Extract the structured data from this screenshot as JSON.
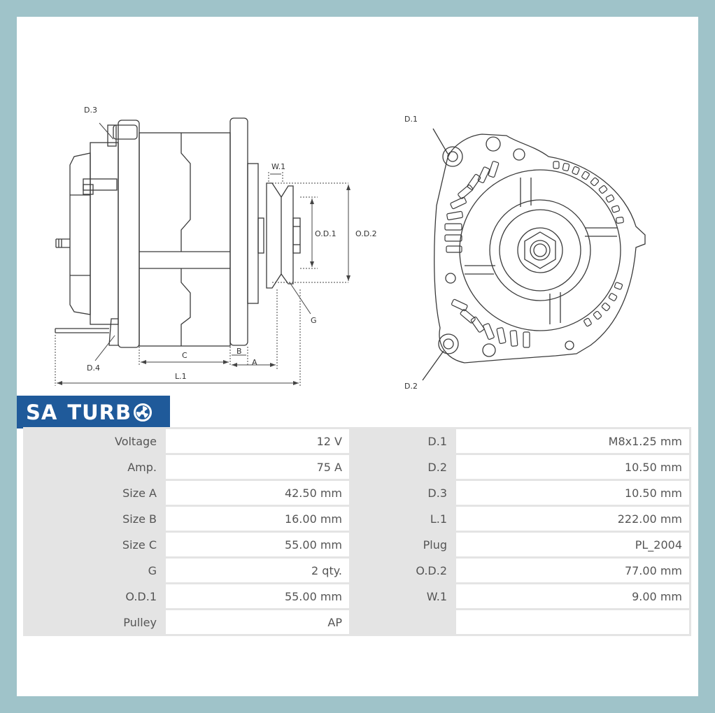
{
  "brand": {
    "part1": "SA",
    "part2": "TURB"
  },
  "diagram": {
    "labels": {
      "d1": "D.1",
      "d2": "D.2",
      "d3": "D.3",
      "d4": "D.4",
      "w1": "W.1",
      "od1": "O.D.1",
      "od2": "O.D.2",
      "g": "G",
      "a": "A",
      "b": "B",
      "c": "C",
      "l1": "L.1"
    }
  },
  "specs": {
    "rows": [
      {
        "k1": "Voltage",
        "v1": "12 V",
        "k2": "D.1",
        "v2": "M8x1.25 mm"
      },
      {
        "k1": "Amp.",
        "v1": "75 A",
        "k2": "D.2",
        "v2": "10.50 mm"
      },
      {
        "k1": "Size A",
        "v1": "42.50 mm",
        "k2": "D.3",
        "v2": "10.50 mm"
      },
      {
        "k1": "Size B",
        "v1": "16.00 mm",
        "k2": "L.1",
        "v2": "222.00 mm"
      },
      {
        "k1": "Size C",
        "v1": "55.00 mm",
        "k2": "Plug",
        "v2": "PL_2004"
      },
      {
        "k1": "G",
        "v1": "2 qty.",
        "k2": "O.D.2",
        "v2": "77.00 mm"
      },
      {
        "k1": "O.D.1",
        "v1": "55.00 mm",
        "k2": "W.1",
        "v2": "9.00 mm"
      },
      {
        "k1": "Pulley",
        "v1": "AP",
        "k2": "",
        "v2": ""
      }
    ]
  }
}
